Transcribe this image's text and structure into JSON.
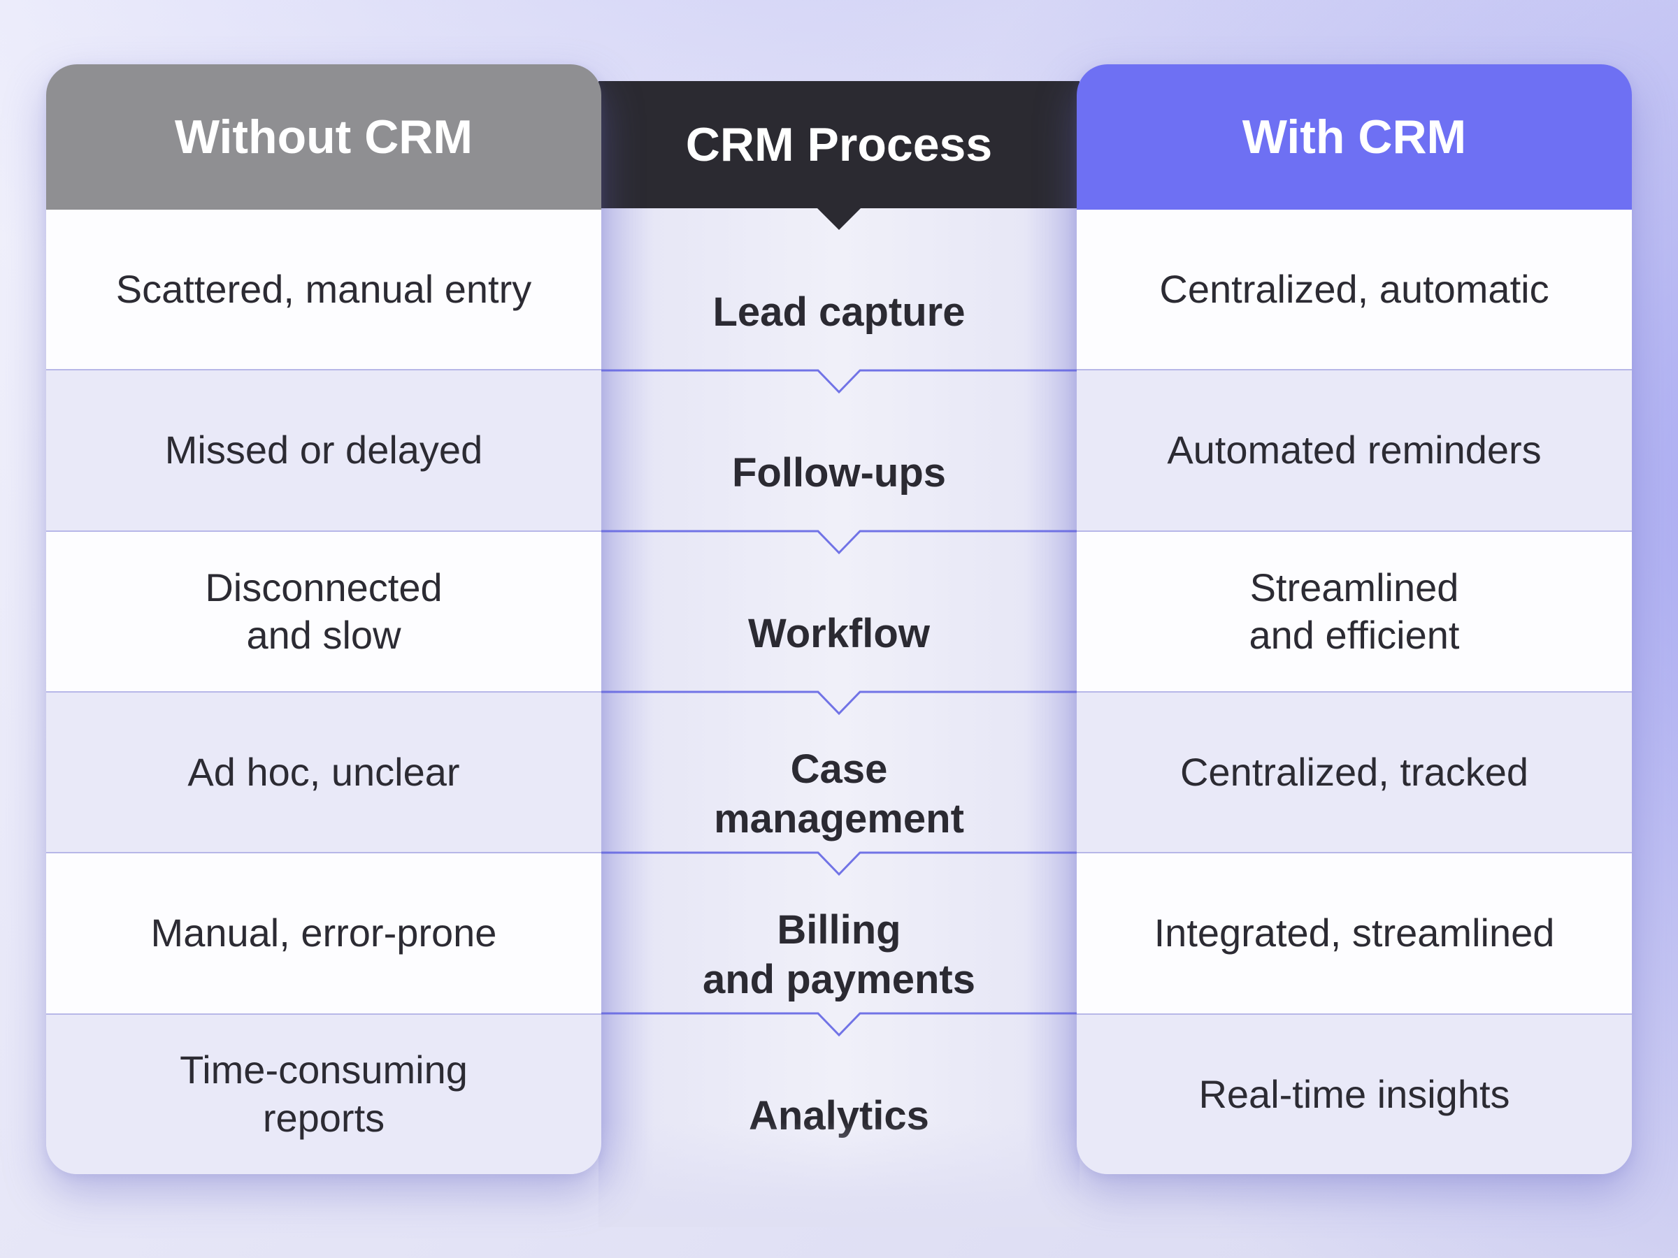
{
  "table": {
    "columns": [
      {
        "id": "without",
        "header": "Without CRM"
      },
      {
        "id": "process",
        "header": "CRM Process"
      },
      {
        "id": "with",
        "header": "With CRM"
      }
    ],
    "rows": [
      {
        "without": "Scattered, manual entry",
        "process": "Lead capture",
        "with": "Centralized, automatic"
      },
      {
        "without": "Missed or delayed",
        "process": "Follow-ups",
        "with": "Automated reminders"
      },
      {
        "without": "Disconnected\nand slow",
        "process": "Workflow",
        "with": "Streamlined\nand efficient"
      },
      {
        "without": "Ad hoc, unclear",
        "process": "Case\nmanagement",
        "with": "Centralized, tracked"
      },
      {
        "without": "Manual, error-prone",
        "process": "Billing\nand payments",
        "with": "Integrated, streamlined"
      },
      {
        "without": "Time-consuming\nreports",
        "process": "Analytics",
        "with": "Real-time insights"
      }
    ]
  },
  "colors": {
    "without_header_bg": "#8F8F92",
    "process_header_bg": "#2B2A31",
    "with_header_bg": "#6E70F3",
    "header_text": "#FFFFFF",
    "row_white": "#FDFDFF",
    "row_lavender": "#E9E9F8",
    "process_strip_edge": "#CBCBEF",
    "process_strip_center": "#F0F0F9",
    "separator_side": "#B7B7E8",
    "separator_process": "#7173E6",
    "text_dark": "#2B2A32",
    "page_bg_light": "#F2F2FC",
    "page_bg_purple": "#BCBCF0"
  }
}
